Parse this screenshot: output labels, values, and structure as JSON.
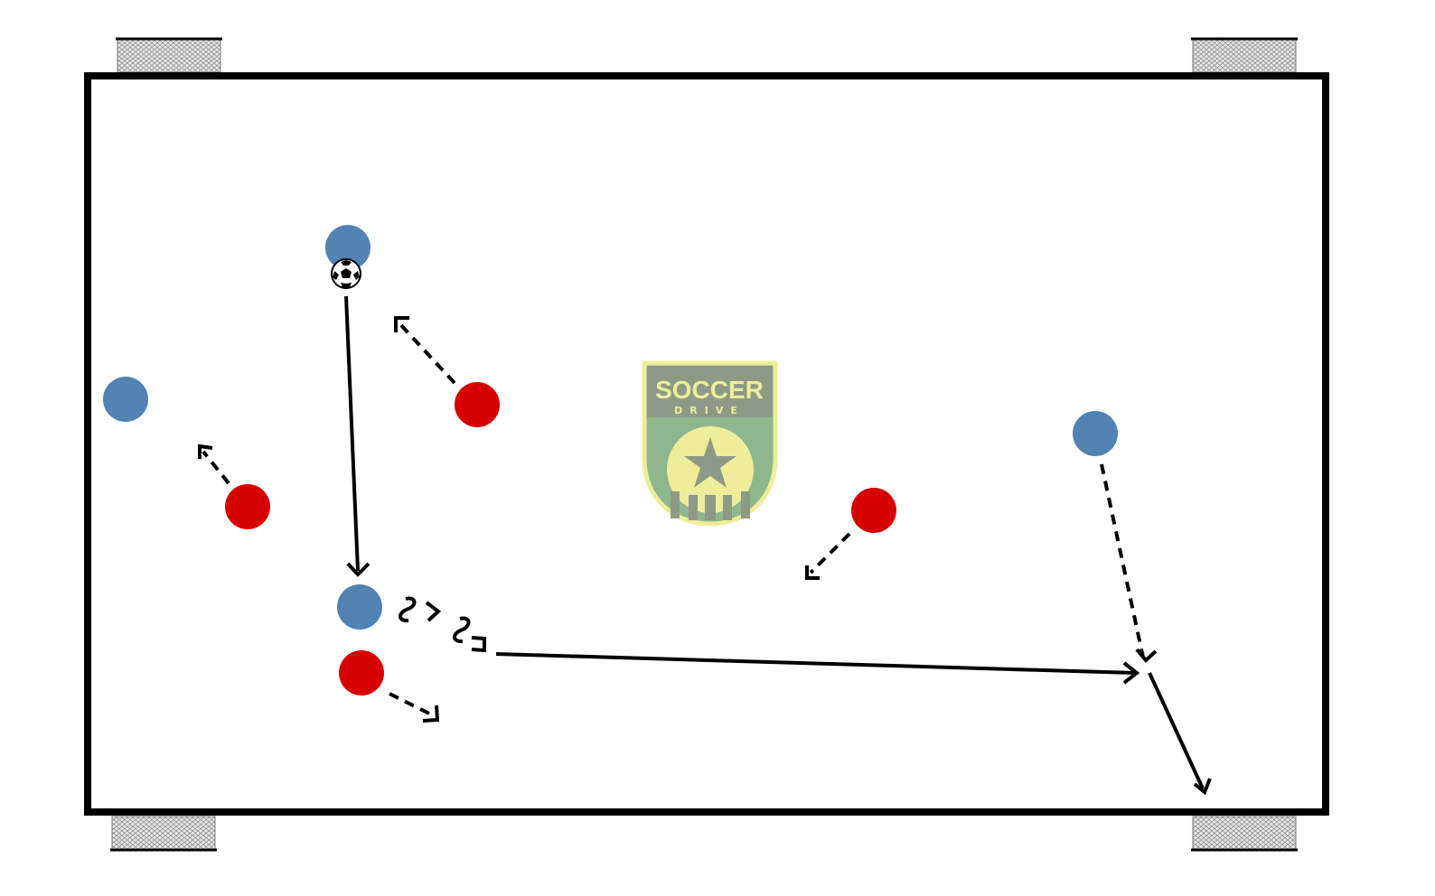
{
  "field": {
    "line_color": "#000000",
    "background": "#ffffff"
  },
  "teams": {
    "blue_color": "#5183b3",
    "red_color": "#d60000"
  },
  "logo": {
    "name": "soccer-drive-logo",
    "text_top": "SOCCER",
    "text_bottom": "DRIVE",
    "colors": {
      "border": "#eeed9a",
      "band": "#8f9a86",
      "lower": "#8fb78e",
      "text": "#eeed9a"
    }
  },
  "goals": [
    "top-left",
    "top-right",
    "bottom-left",
    "bottom-right"
  ],
  "players": [
    {
      "team": "blue",
      "role": "ball-carrier"
    },
    {
      "team": "blue"
    },
    {
      "team": "blue"
    },
    {
      "team": "blue"
    },
    {
      "team": "red"
    },
    {
      "team": "red"
    },
    {
      "team": "red"
    },
    {
      "team": "red"
    }
  ],
  "movements": [
    {
      "type": "pass",
      "style": "solid"
    },
    {
      "type": "dribble",
      "style": "wavy"
    },
    {
      "type": "pass",
      "style": "solid"
    },
    {
      "type": "pass",
      "style": "solid"
    },
    {
      "type": "run",
      "style": "dashed"
    },
    {
      "type": "run",
      "style": "dashed"
    },
    {
      "type": "run",
      "style": "dashed"
    },
    {
      "type": "run",
      "style": "dashed"
    },
    {
      "type": "run",
      "style": "dashed"
    }
  ]
}
